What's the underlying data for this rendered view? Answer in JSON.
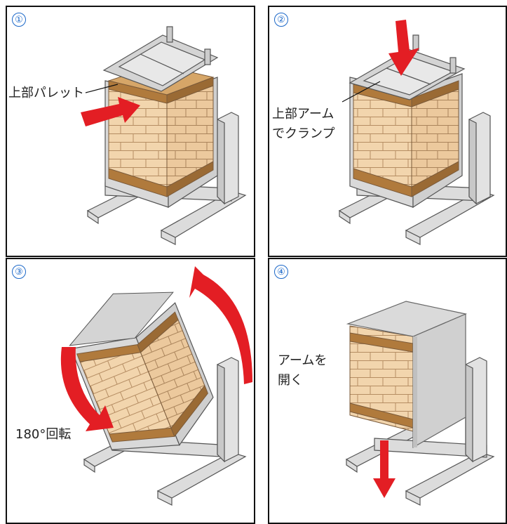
{
  "colors": {
    "panel_border": "#111111",
    "step_number": "#1a67c8",
    "arrow_red": "#e31e24",
    "frame_gray": "#dcdcdc",
    "box_tan": "#f0d2a8",
    "pallet_brown": "#b07a3c"
  },
  "steps": [
    {
      "number": "①",
      "label": "上部パレット",
      "arrow": "push-in-arrow"
    },
    {
      "number": "②",
      "label_line1": "上部アーム",
      "label_line2": "でクランプ",
      "arrow": "down-arrow"
    },
    {
      "number": "③",
      "label": "180°回転",
      "arrow": "rotate-arrows"
    },
    {
      "number": "④",
      "label_line1": "アームを",
      "label_line2": "開く",
      "arrow": "down-arrow"
    }
  ]
}
